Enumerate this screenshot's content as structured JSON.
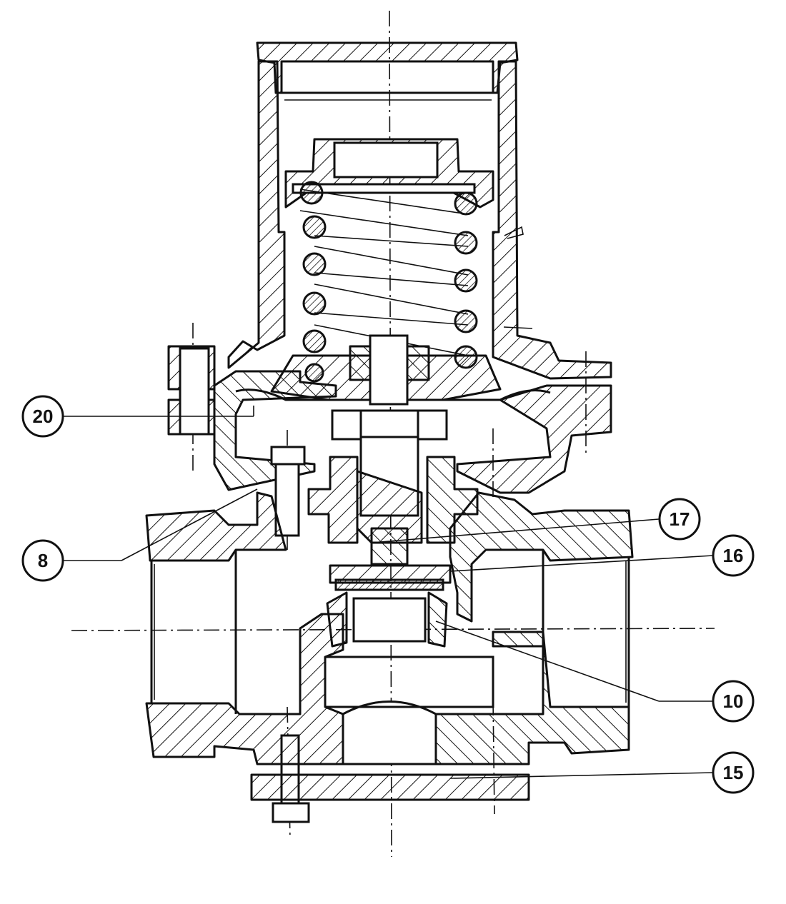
{
  "callouts": [
    {
      "id": "callout-20",
      "label": "20"
    },
    {
      "id": "callout-8",
      "label": "8"
    },
    {
      "id": "callout-17",
      "label": "17"
    },
    {
      "id": "callout-16",
      "label": "16"
    },
    {
      "id": "callout-10",
      "label": "10"
    },
    {
      "id": "callout-15",
      "label": "15"
    }
  ],
  "colors": {
    "ink": "#111111",
    "paper": "#ffffff"
  }
}
